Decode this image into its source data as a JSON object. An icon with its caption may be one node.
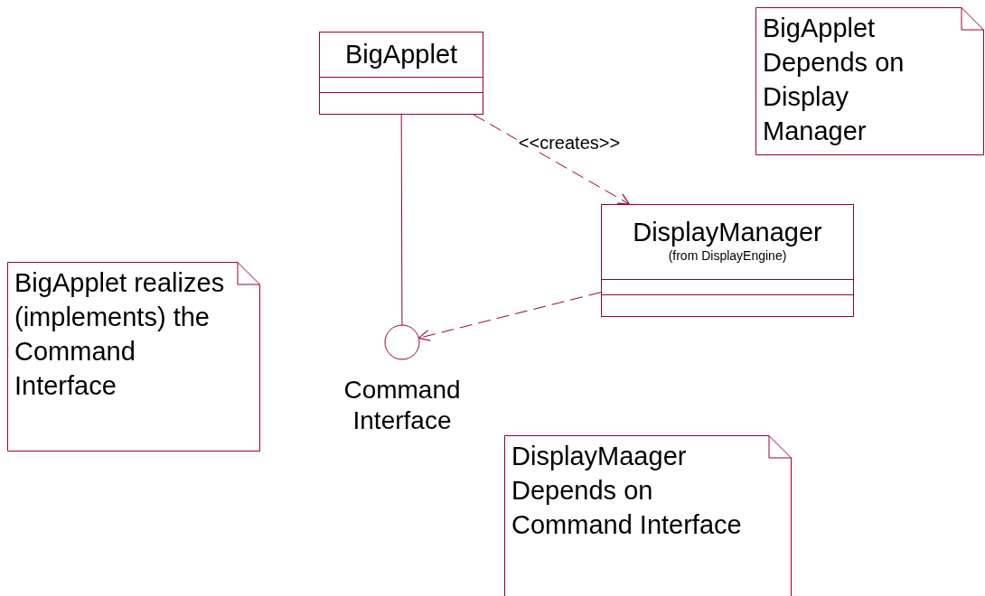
{
  "diagram": {
    "nodes": [
      {
        "text": [
          "BigApplet"
        ]
      },
      {
        "text": [
          "DisplayManager",
          "(from DisplayEngine)"
        ]
      },
      {
        "text": [
          "Command Interface"
        ]
      },
      {
        "text": [
          "BigApplet Depends on Display Manager"
        ]
      },
      {
        "text": [
          "BigApplet realizes (implements) the Command Interface"
        ]
      },
      {
        "text": [
          "DisplayMaager Depends on Command Interface"
        ]
      }
    ],
    "edges": [
      {
        "from": 0,
        "to": 2,
        "arrow": "none"
      },
      {
        "from": 0,
        "to": 1,
        "arrow": "to",
        "label": "<<creates>>",
        "style": "dashed"
      },
      {
        "from": 1,
        "to": 2,
        "arrow": "to",
        "style": "dashed"
      }
    ]
  }
}
